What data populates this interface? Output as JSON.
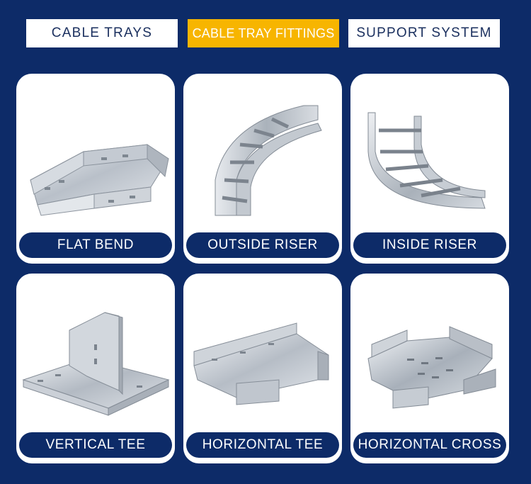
{
  "tabs": [
    {
      "label": "CABLE TRAYS",
      "active": false
    },
    {
      "label": "CABLE TRAY FITTINGS",
      "active": true
    },
    {
      "label": "SUPPORT SYSTEM",
      "active": false
    }
  ],
  "colors": {
    "background": "#0d2b68",
    "active_tab": "#f7b500",
    "card": "#ffffff",
    "metal": "#c9ced6"
  },
  "products": [
    {
      "label": "FLAT BEND",
      "icon": "flat-bend-image"
    },
    {
      "label": "OUTSIDE RISER",
      "icon": "outside-riser-image"
    },
    {
      "label": "INSIDE RISER",
      "icon": "inside-riser-image"
    },
    {
      "label": "VERTICAL TEE",
      "icon": "vertical-tee-image"
    },
    {
      "label": "HORIZONTAL TEE",
      "icon": "horizontal-tee-image"
    },
    {
      "label": "HORIZONTAL CROSS",
      "icon": "horizontal-cross-image"
    }
  ]
}
